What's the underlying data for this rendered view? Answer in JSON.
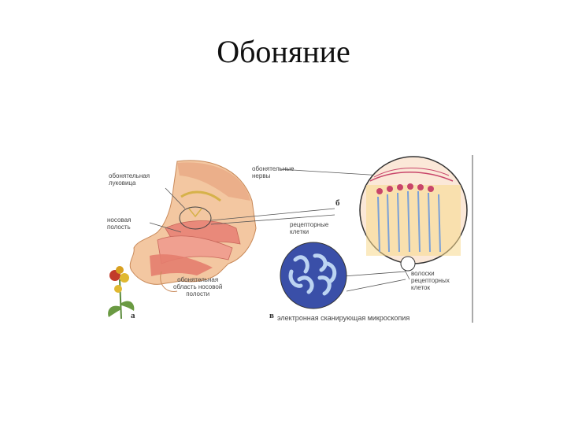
{
  "slide": {
    "title": "Обоняние"
  },
  "figure": {
    "labels": {
      "bulb": "обонятельная\nлуковица",
      "nerves": "обонятельные\nнервы",
      "cavity": "носовая\nполость",
      "region": "обонятельная\nобласть носовой\nполости",
      "receptor_cells": "рецепторные\nклетки",
      "hairs": "волоски\nрецепторных\nклеток",
      "microscopy": "электронная сканирующая микроскопия"
    },
    "letters": {
      "a": "а",
      "b": "б",
      "v": "в"
    }
  }
}
